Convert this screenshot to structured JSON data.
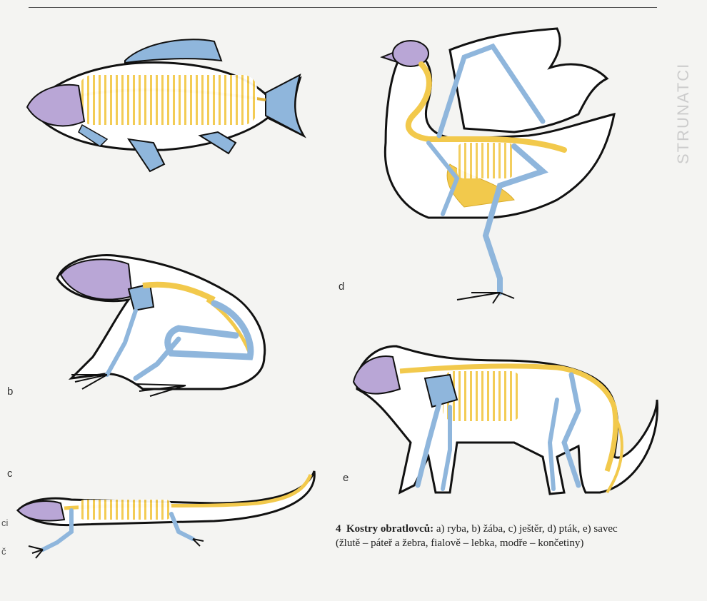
{
  "figure": {
    "number": "4",
    "caption_title": "Kostry obratlovců:",
    "caption_items": "a) ryba, b) žába, c) ještěr, d) pták, e) savec",
    "caption_legend": "(žlutě – páteř a žebra, fialově – lebka, modře – končetiny)"
  },
  "labels": {
    "b": "b",
    "c": "c",
    "d": "d",
    "e": "e"
  },
  "edge_fragments": {
    "left_1": "ci",
    "left_2": "č"
  },
  "background_text": {
    "spine": "STRUNATCI"
  },
  "colors": {
    "spine_ribs": "#f2c94c",
    "skull": "#b9a6d6",
    "limbs": "#8fb6dc",
    "outline": "#111111",
    "body_fill": "#ffffff"
  },
  "animals": [
    {
      "id": "a",
      "name": "ryba"
    },
    {
      "id": "b",
      "name": "žába"
    },
    {
      "id": "c",
      "name": "ještěr"
    },
    {
      "id": "d",
      "name": "pták"
    },
    {
      "id": "e",
      "name": "savec"
    }
  ]
}
